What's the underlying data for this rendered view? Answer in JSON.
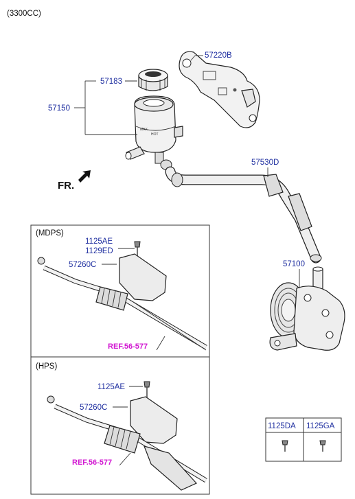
{
  "engine_label": "(3300CC)",
  "front_label": "FR.",
  "parts": {
    "bracket": "57220B",
    "cap": "57183",
    "reservoir": "57150",
    "hose": "57530D",
    "pump": "57100"
  },
  "mdps": {
    "title": "(MDPS)",
    "bolt_a": "1125AE",
    "bolt_b": "1129ED",
    "cover": "57260C",
    "ref": "REF.56-577"
  },
  "hps": {
    "title": "(HPS)",
    "bolt": "1125AE",
    "cover": "57260C",
    "ref": "REF.56-577"
  },
  "fastener_table": {
    "col1": "1125DA",
    "col2": "1125GA"
  },
  "colors": {
    "label": "#1f2fa0",
    "reference": "#d21ad2",
    "line": "#333333"
  }
}
